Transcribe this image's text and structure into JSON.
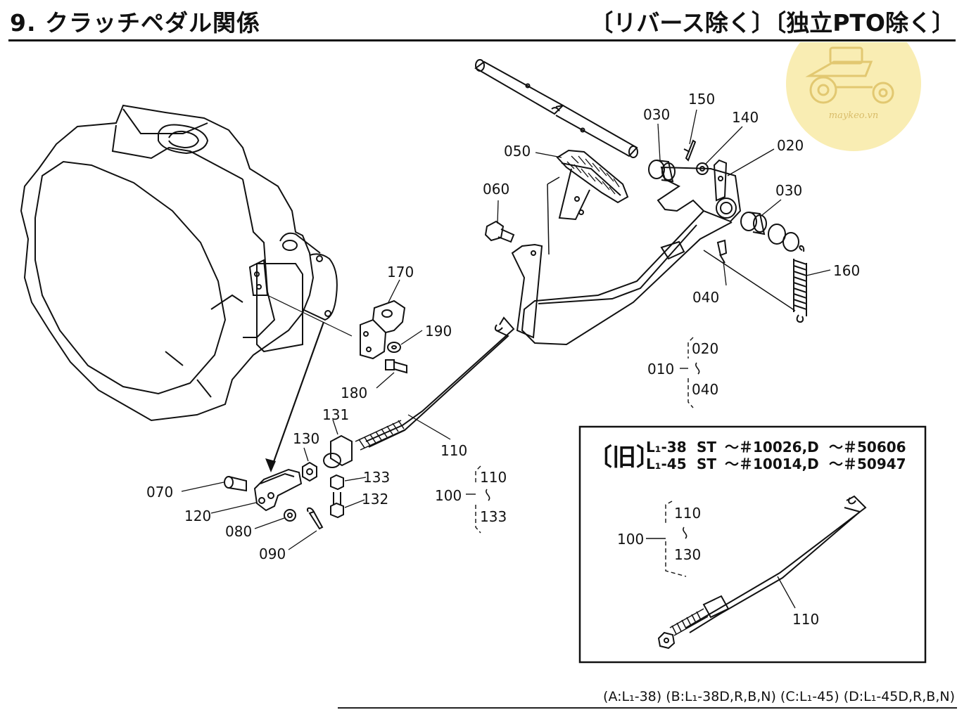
{
  "header": {
    "title": "9. クラッチペダル関係",
    "qualifier": "〔リバース除く〕〔独立PTO除く〕"
  },
  "watermark": {
    "text": "maykeo.vn",
    "color": "#f7e9a8"
  },
  "callouts": [
    {
      "id": "150",
      "text": "150"
    },
    {
      "id": "030a",
      "text": "030"
    },
    {
      "id": "140",
      "text": "140"
    },
    {
      "id": "020",
      "text": "020"
    },
    {
      "id": "050",
      "text": "050"
    },
    {
      "id": "030b",
      "text": "030"
    },
    {
      "id": "060",
      "text": "060"
    },
    {
      "id": "160",
      "text": "160"
    },
    {
      "id": "040",
      "text": "040"
    },
    {
      "id": "170",
      "text": "170"
    },
    {
      "id": "190",
      "text": "190"
    },
    {
      "id": "180",
      "text": "180"
    },
    {
      "id": "131",
      "text": "131"
    },
    {
      "id": "130",
      "text": "130"
    },
    {
      "id": "110",
      "text": "110"
    },
    {
      "id": "133",
      "text": "133"
    },
    {
      "id": "132",
      "text": "132"
    },
    {
      "id": "070",
      "text": "070"
    },
    {
      "id": "120",
      "text": "120"
    },
    {
      "id": "080",
      "text": "080"
    },
    {
      "id": "090",
      "text": "090"
    }
  ],
  "assemblies": [
    {
      "id": "010",
      "label": "010",
      "from": "020",
      "to": "040"
    },
    {
      "id": "100",
      "label": "100",
      "from": "110",
      "to": "133"
    }
  ],
  "inset": {
    "bracket_label": "〔旧〕",
    "rows": [
      {
        "model": "L₁-38",
        "variant": "ST",
        "range_a": "〜＃10026,D",
        "range_b": "〜＃50606"
      },
      {
        "model": "L₁-45",
        "variant": "ST",
        "range_a": "〜＃10014,D",
        "range_b": "〜＃50947"
      }
    ],
    "assembly": {
      "label": "100",
      "from": "110",
      "to": "130"
    },
    "part_label": "110"
  },
  "footer": {
    "text": "(A:L₁-38) (B:L₁-38D,R,B,N) (C:L₁-45) (D:L₁-45D,R,B,N)"
  }
}
